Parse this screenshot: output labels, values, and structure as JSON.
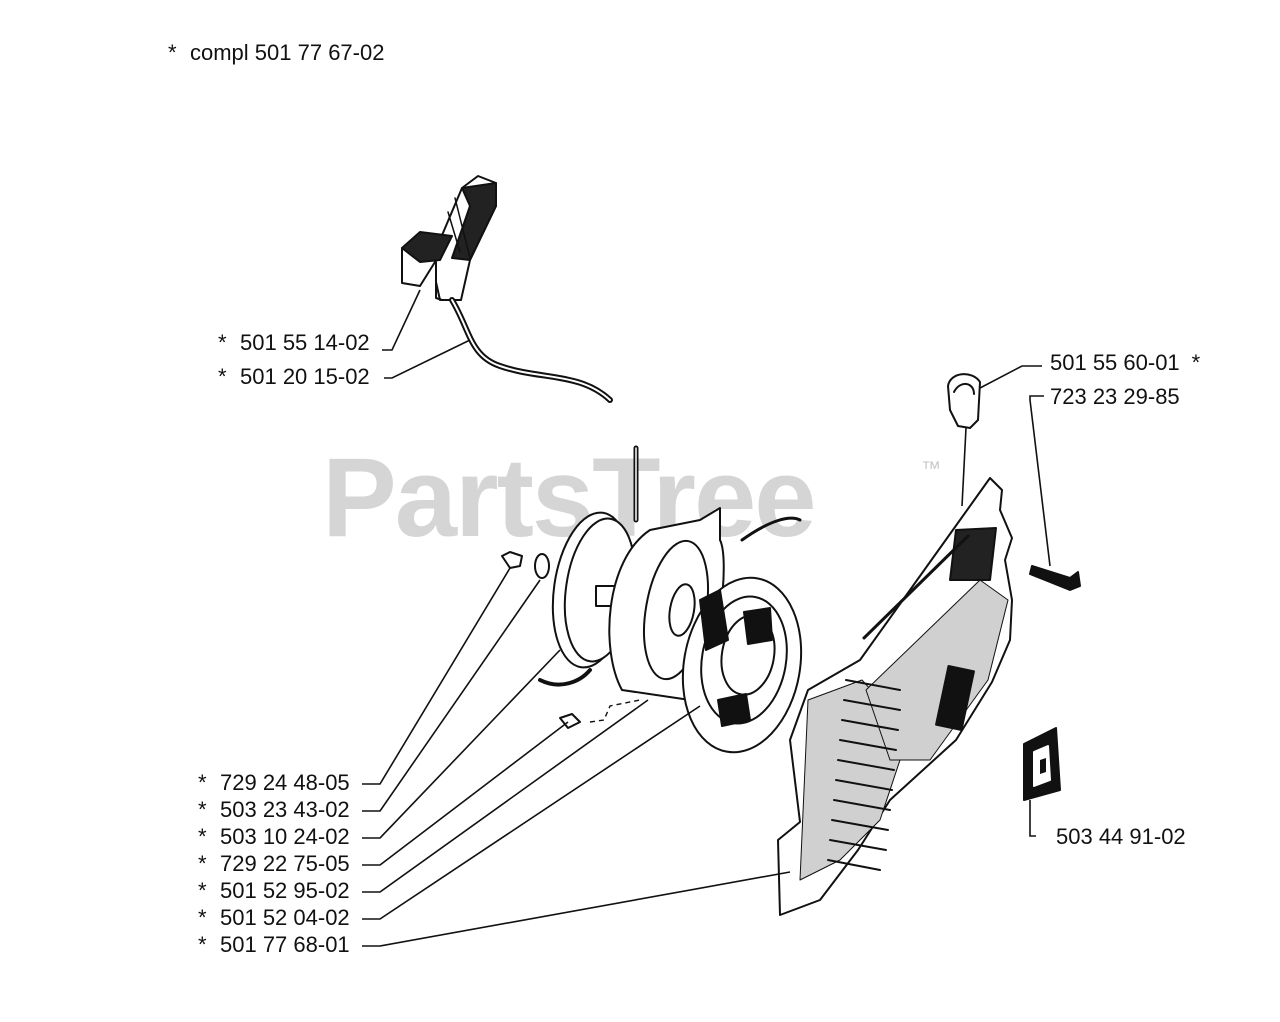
{
  "header": {
    "asterisk": "*",
    "compl_text": "compl 501 77 67-02"
  },
  "watermark": {
    "text": "PartsTree",
    "tm": "™"
  },
  "parts": [
    {
      "id": "handle-grip",
      "number": "501 55 14-02",
      "marked": true
    },
    {
      "id": "starter-rope",
      "number": "501 20 15-02",
      "marked": true
    },
    {
      "id": "cap",
      "number": "501 55 60-01",
      "marked": true
    },
    {
      "id": "screw-right",
      "number": "723 23 29-85",
      "marked": false
    },
    {
      "id": "screw",
      "number": "729 24 48-05",
      "marked": true
    },
    {
      "id": "washer",
      "number": "503 23 43-02",
      "marked": true
    },
    {
      "id": "pulley",
      "number": "503 10 24-02",
      "marked": true
    },
    {
      "id": "pawl-screw",
      "number": "729 22 75-05",
      "marked": true
    },
    {
      "id": "spring-housing",
      "number": "501 52 95-02",
      "marked": true
    },
    {
      "id": "rewind-spring",
      "number": "501 52 04-02",
      "marked": true
    },
    {
      "id": "starter-cover",
      "number": "501 77 68-01",
      "marked": true
    },
    {
      "id": "decal",
      "number": "503 44 91-02",
      "marked": false
    }
  ]
}
